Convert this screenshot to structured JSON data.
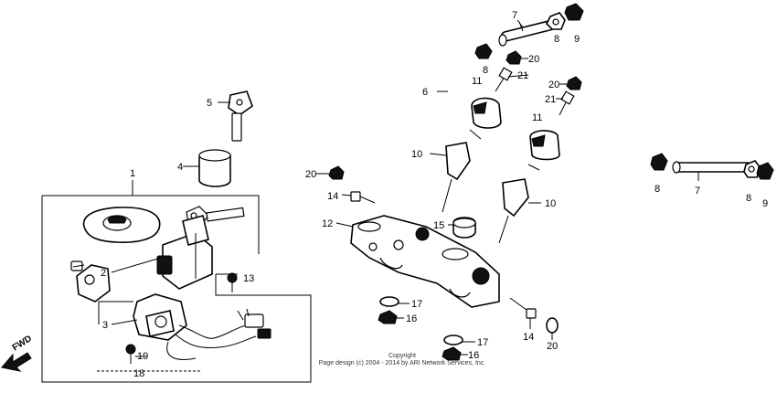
{
  "diagram": {
    "callouts": [
      "1",
      "2",
      "3",
      "4",
      "5",
      "6",
      "7",
      "7",
      "8",
      "8",
      "8",
      "8",
      "9",
      "9",
      "10",
      "10",
      "11",
      "11",
      "12",
      "13",
      "14",
      "14",
      "15",
      "16",
      "16",
      "17",
      "17",
      "18",
      "19",
      "20",
      "20",
      "20",
      "20",
      "21",
      "21"
    ],
    "fwd_label": "FWD",
    "copyright_line1": "Copyright",
    "copyright_line2": "Page design (c) 2004 - 2014 by ARI Network Services, Inc."
  }
}
